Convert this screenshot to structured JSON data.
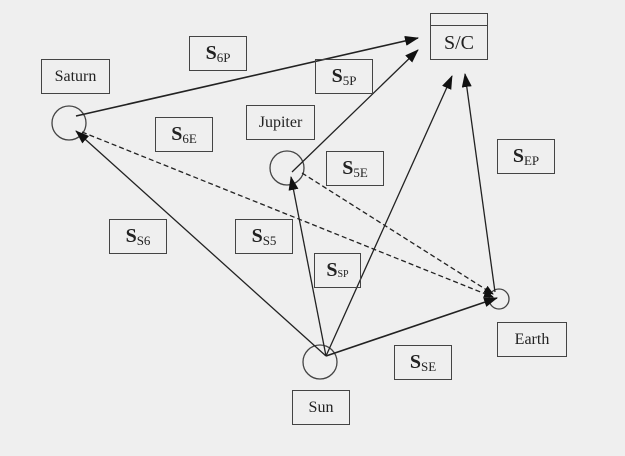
{
  "spacecraft": {
    "label": "S/C"
  },
  "bodies": {
    "saturn": "Saturn",
    "jupiter": "Jupiter",
    "earth": "Earth",
    "sun": "Sun"
  },
  "vectors": {
    "s6p": {
      "main": "S",
      "sub": "6P"
    },
    "s5p": {
      "main": "S",
      "sub": "5P"
    },
    "s6e": {
      "main": "S",
      "sub": "6E"
    },
    "s5e": {
      "main": "S",
      "sub": "5E"
    },
    "sep": {
      "main": "S",
      "sub": "EP"
    },
    "ss6": {
      "main": "S",
      "sub": "S6"
    },
    "ss5": {
      "main": "S",
      "sub": "S5"
    },
    "ssp": {
      "main": "S",
      "sub": "SP"
    },
    "sse": {
      "main": "S",
      "sub": "SE"
    }
  }
}
